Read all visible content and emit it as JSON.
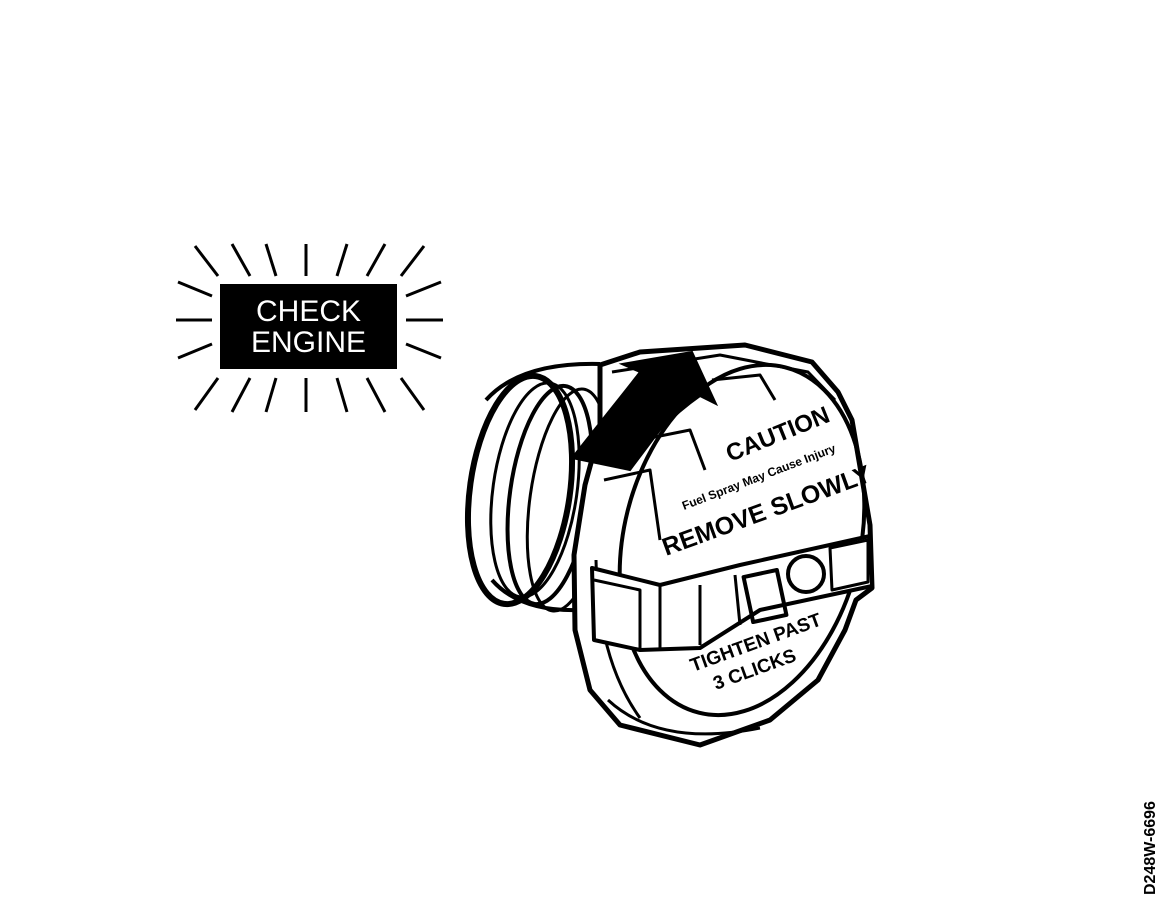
{
  "warning_light": {
    "line1": "CHECK",
    "line2": "ENGINE"
  },
  "fuel_cap": {
    "caution": "CAUTION",
    "injury_warning": "Fuel Spray May Cause Injury",
    "remove": "REMOVE SLOWLY",
    "tighten": "TIGHTEN PAST",
    "clicks": "3 CLICKS"
  },
  "reference_code": "D248W-6696",
  "colors": {
    "ink": "#000000",
    "paper": "#ffffff"
  }
}
